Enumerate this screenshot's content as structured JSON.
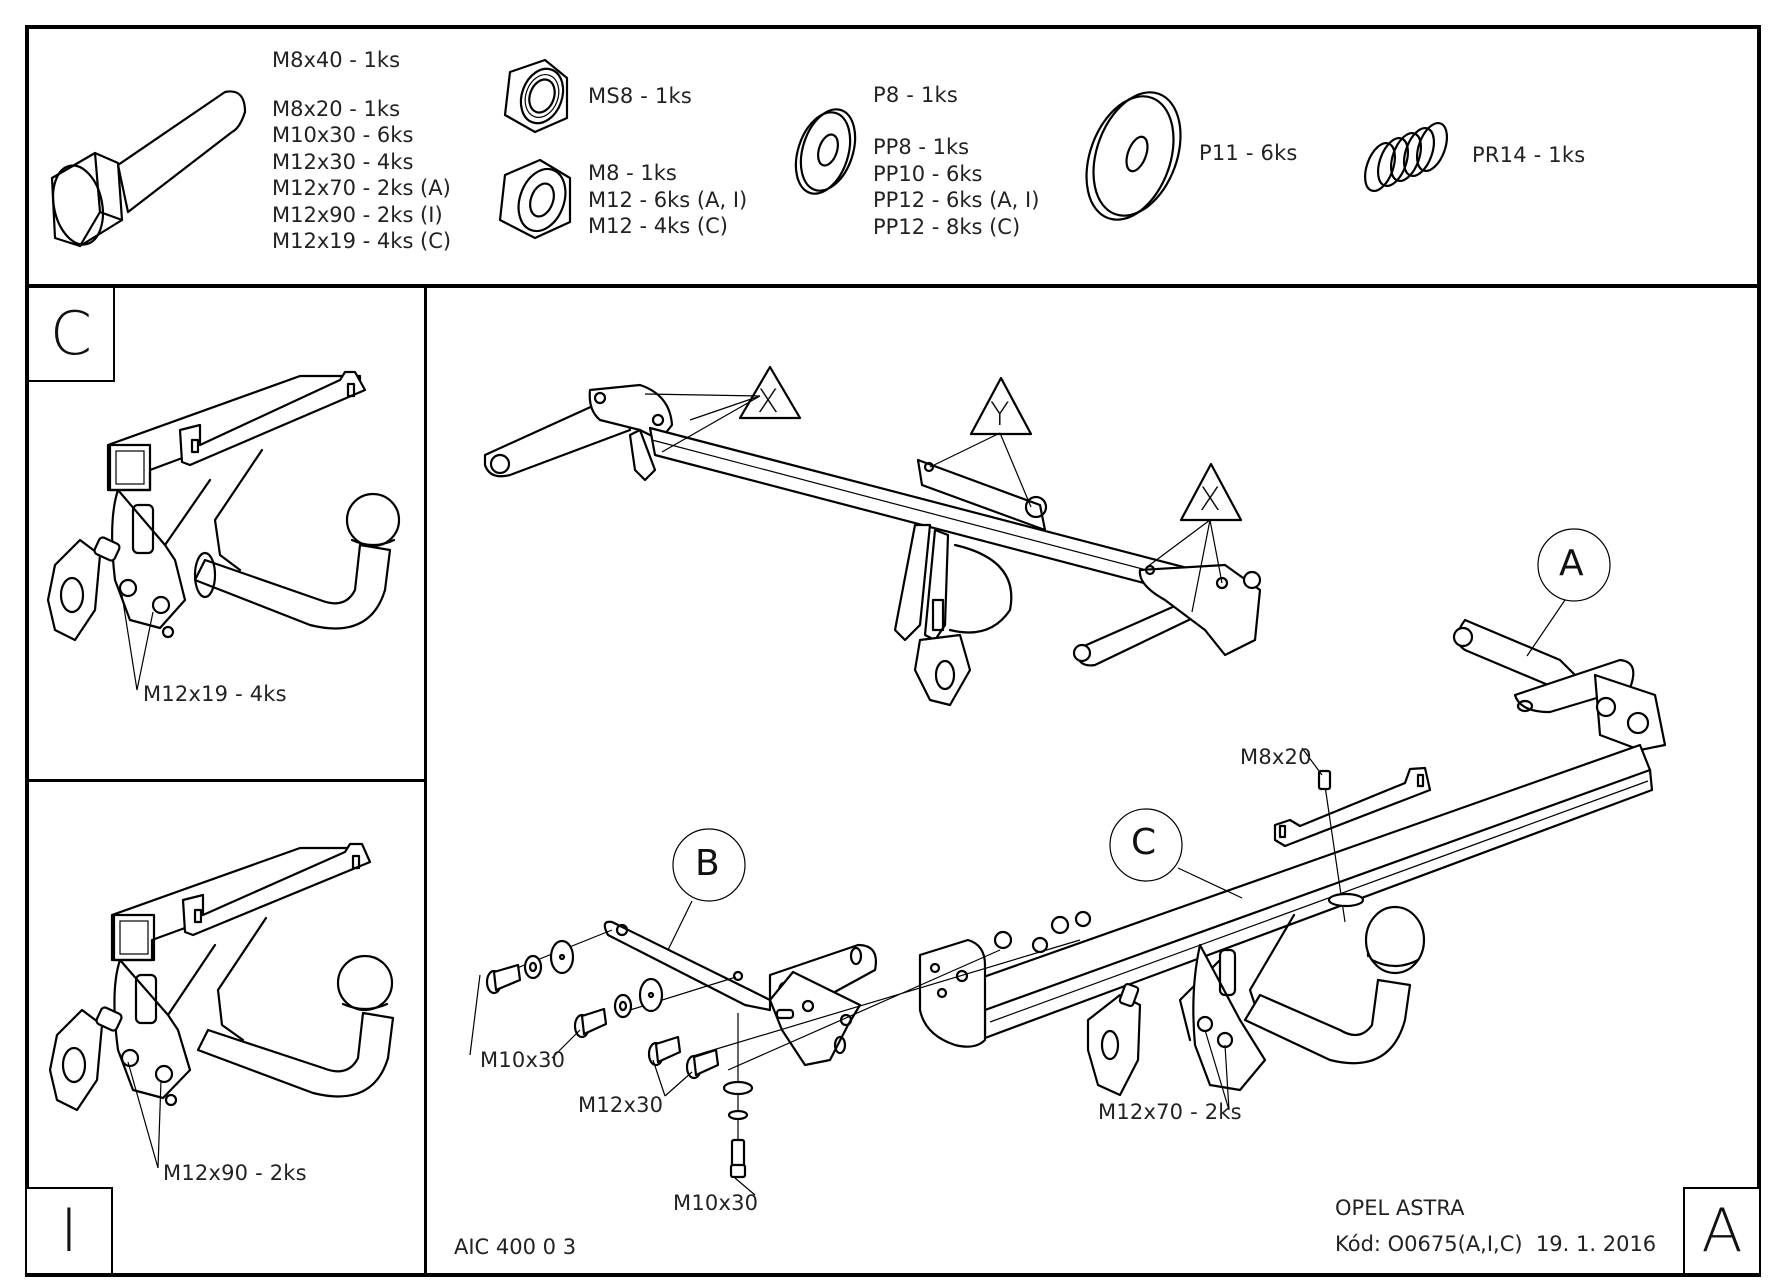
{
  "parts_list": {
    "bolts": [
      "M8x40 - 1ks",
      "M8x20 - 1ks",
      "M10x30 - 6ks",
      "M12x30 - 4ks",
      "M12x70 - 2ks (A)",
      "M12x90 - 2ks (I)",
      "M12x19 - 4ks (C)"
    ],
    "lock_nut": "MS8 - 1ks",
    "nuts": [
      "M8 - 1ks",
      "M12 - 6ks (A, I)",
      "M12 - 4ks (C)"
    ],
    "washer_p8": "P8 - 1ks",
    "washers_pp": [
      "PP8 - 1ks",
      "PP10 - 6ks",
      "PP12 - 6ks (A, I)",
      "PP12 - 8ks (C)"
    ],
    "large_washer": "P11 - 6ks",
    "spring": "PR14 - 1ks"
  },
  "views": {
    "c": {
      "label": "C",
      "bolt_callout": "M12x19 - 4ks"
    },
    "i": {
      "label": "I",
      "bolt_callout": "M12x90 - 2ks"
    },
    "a": {
      "label": "A"
    }
  },
  "main_view": {
    "triangle_markers": [
      "X",
      "Y",
      "X"
    ],
    "circle_callouts": {
      "a": "A",
      "b": "B",
      "c": "C"
    },
    "callouts": {
      "m8x20": "M8x20",
      "m10x30_left": "M10x30",
      "m12x30": "M12x30",
      "m10x30_bottom": "M10x30",
      "m12x70": "M12x70 - 2ks"
    }
  },
  "title_block": {
    "drawing_number": "AIC 400 0 3",
    "vehicle": "OPEL ASTRA",
    "code_date": "Kód: O0675(A,I,C)  19. 1. 2016"
  }
}
